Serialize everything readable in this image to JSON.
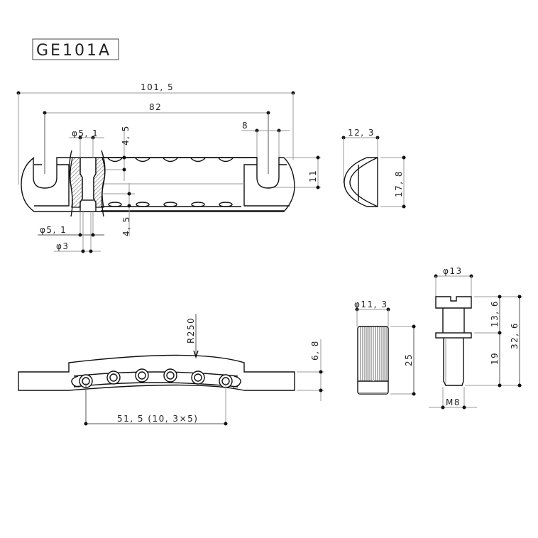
{
  "title": {
    "model": "GE101A"
  },
  "top_view": {
    "overall_length": "101, 5",
    "post_spacing": "82",
    "slot_width": "8",
    "slot_depth": "11",
    "hole_top_dia": "φ5, 1",
    "hole_top_offset": "4, 5",
    "hole_bottom_dia": "φ5, 1",
    "hole_bottom_offset": "4, 5",
    "hole_through_dia": "φ3"
  },
  "end_view": {
    "width": "12, 3",
    "height": "17, 8"
  },
  "front_view": {
    "radius": "R250",
    "thickness": "6, 8",
    "string_spacing": "51, 5 (10, 3×5)",
    "string_hole_count": 6
  },
  "stud_anchor": {
    "diameter": "φ11, 3",
    "length": "25"
  },
  "stud": {
    "head_diameter": "φ13",
    "head_height": "13, 6",
    "thread_length": "19",
    "total_length": "32, 6",
    "thread_size": "M8"
  },
  "colors": {
    "line": "#111111",
    "dimension_line": "#999999",
    "background": "#ffffff"
  }
}
